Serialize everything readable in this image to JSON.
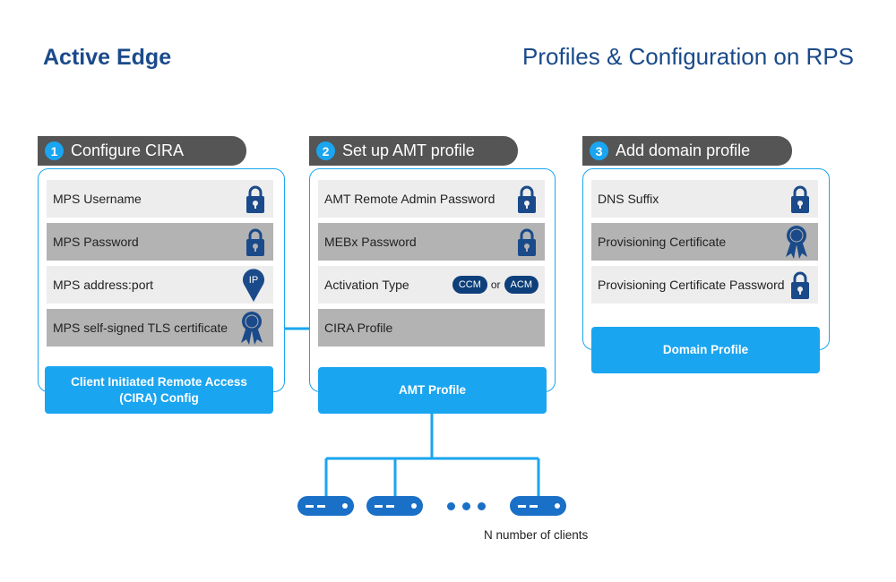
{
  "header": {
    "brand": "Active Edge",
    "title": "Profiles & Configuration on RPS"
  },
  "sections": [
    {
      "number": "1",
      "title": "Configure CIRA",
      "rows": [
        {
          "label": "MPS Username",
          "icon": "lock-icon"
        },
        {
          "label": "MPS Password",
          "icon": "lock-icon"
        },
        {
          "label": "MPS address:port",
          "icon": "ip-pin-icon",
          "icon_text": "IP"
        },
        {
          "label": "MPS self-signed TLS certificate",
          "icon": "certificate-ribbon-icon"
        }
      ],
      "footer": "Client Initiated Remote Access (CIRA) Config"
    },
    {
      "number": "2",
      "title": "Set up AMT profile",
      "rows": [
        {
          "label": "AMT Remote Admin Password",
          "icon": "lock-icon"
        },
        {
          "label": "MEBx Password",
          "icon": "lock-icon"
        },
        {
          "label": "Activation Type",
          "options": [
            "CCM",
            "ACM"
          ],
          "or": "or"
        },
        {
          "label": "CIRA Profile"
        }
      ],
      "footer": "AMT Profile"
    },
    {
      "number": "3",
      "title": "Add domain profile",
      "rows": [
        {
          "label": "DNS Suffix",
          "icon": "lock-icon"
        },
        {
          "label": "Provisioning Certificate",
          "icon": "certificate-ribbon-icon"
        },
        {
          "label": "Provisioning Certificate Password",
          "icon": "lock-icon"
        }
      ],
      "footer": "Domain Profile"
    }
  ],
  "clients": {
    "label": "N number of clients"
  },
  "colors": {
    "accent": "#1aa5f0",
    "brand": "#1a4a8a",
    "header_bg": "#555555",
    "icon": "#1a4a8a",
    "client": "#1a6fc7",
    "pill": "#0d3f7a"
  }
}
